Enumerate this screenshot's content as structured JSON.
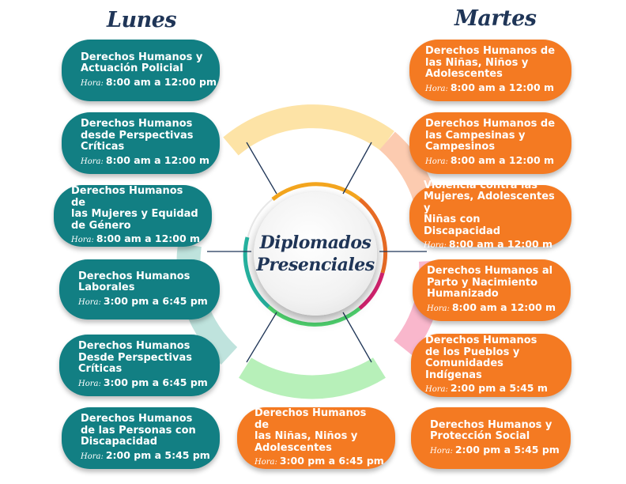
{
  "center_title": [
    "Diplomados",
    "Presenciales"
  ],
  "days": {
    "monday": "Lunes",
    "tuesday": "Martes"
  },
  "hour_label": "Hora:",
  "colors": {
    "teal": "#127f83",
    "orange": "#f47a22",
    "navy": "#1f3557"
  },
  "monday_courses": [
    {
      "title": "Derechos Humanos y\nActuación Policial",
      "time": "8:00 am a 12:00 pm"
    },
    {
      "title": "Derechos Humanos\ndesde Perspectivas\nCríticas",
      "time": "8:00 am a 12:00 m"
    },
    {
      "title": "Derechos Humanos de\nlas Mujeres y Equidad\nde Género",
      "time": "8:00 am a 12:00 m"
    },
    {
      "title": "Derechos Humanos\nLaborales",
      "time": "3:00 pm a 6:45 pm"
    },
    {
      "title": "Derechos Humanos\nDesde Perspectivas\nCríticas",
      "time": "3:00 pm a 6:45 pm"
    },
    {
      "title": "Derechos Humanos\nde las Personas con\nDiscapacidad",
      "time": "2:00 pm a 5:45 pm"
    }
  ],
  "tuesday_courses": [
    {
      "title": "Derechos Humanos de\nlas Niñas, Niños y\nAdolescentes",
      "time": "8:00 am a 12:00 m"
    },
    {
      "title": "Derechos Humanos de\nlas  Campesinas y\nCampesinos",
      "time": "8:00 am a 12:00 m"
    },
    {
      "title": "Violencia contra las\nMujeres, Adolescentes  y\nNiñas con Discapacidad",
      "time": "8:00 am a 12:00 m"
    },
    {
      "title": "Derechos Humanos al\nParto y Nacimiento\nHumanizado",
      "time": "8:00 am a 12:00 m"
    },
    {
      "title": "Derechos Humanos\nde los Pueblos y\nComunidades Indígenas",
      "time": "2:00 pm a 5:45 m"
    },
    {
      "title": "Derechos Humanos de\nlas Niñas, Niños y\nAdolescentes",
      "time": "3:00 pm a 6:45 pm"
    },
    {
      "title": "Derechos Humanos y\nProtección Social",
      "time": "2:00 pm a 5:45 pm"
    }
  ]
}
